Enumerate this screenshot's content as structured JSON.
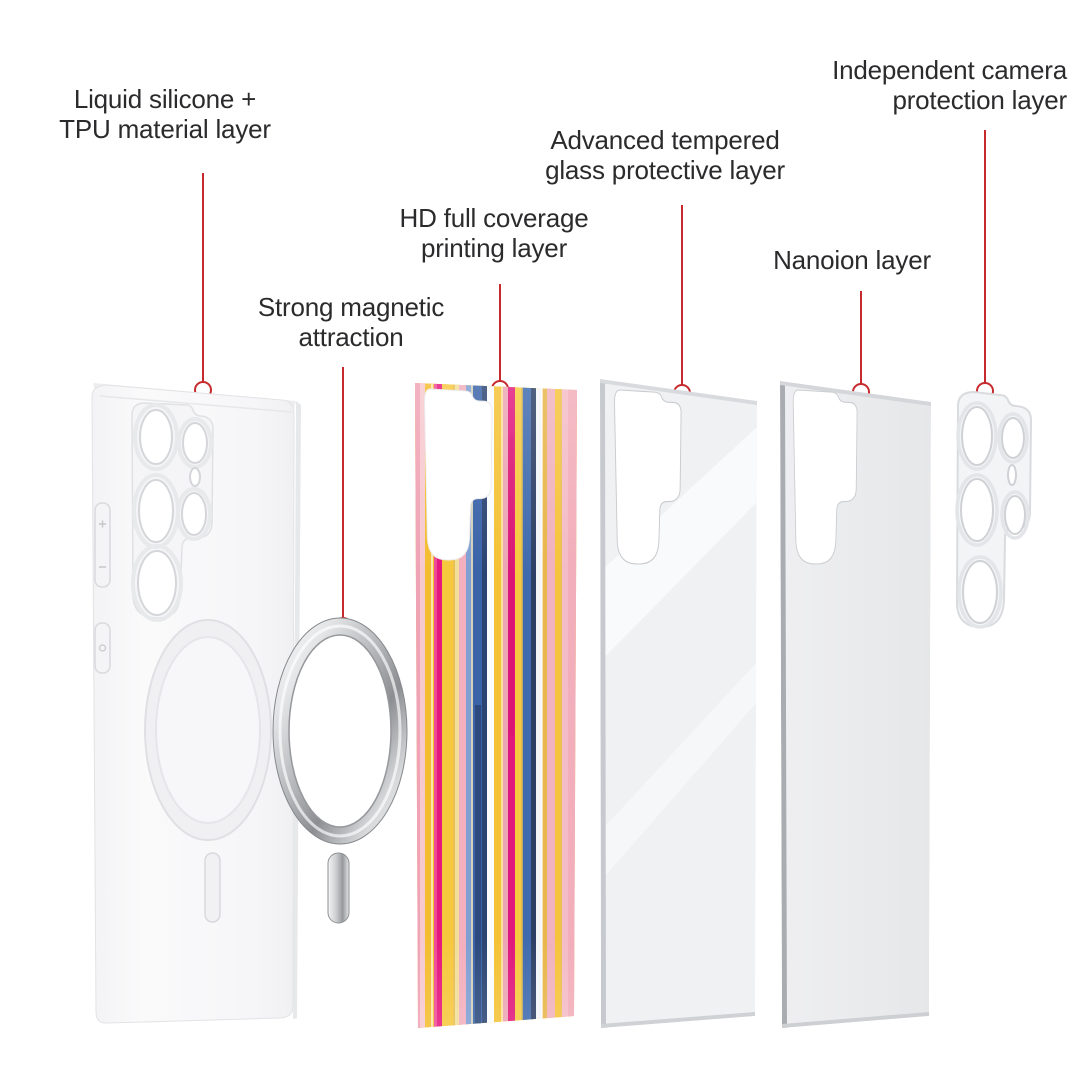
{
  "background": "#ffffff",
  "palette": {
    "callout_red": "#c62a2c",
    "text_color": "#2b2b2d",
    "case_white": "#f7f7f9",
    "glass_gray": "#f0f1f3",
    "nanoion_gray": "#ebecee",
    "chrome_silver": "#b9bbbe",
    "print_colors": [
      "#f0a3b5",
      "#f6c33a",
      "#e5177c",
      "#3a63a8",
      "#2e3f66",
      "#fbfcfd",
      "#e8b64a"
    ]
  },
  "callouts": [
    {
      "id": "silicone",
      "text": "Liquid silicone +\nTPU material layer"
    },
    {
      "id": "magnet",
      "text": "Strong magnetic\nattraction"
    },
    {
      "id": "print",
      "text": "HD full coverage\nprinting layer"
    },
    {
      "id": "glass",
      "text": "Advanced tempered\nglass protective layer"
    },
    {
      "id": "nanoion",
      "text": "Nanoion layer"
    },
    {
      "id": "camera",
      "text": "Independent camera\nprotection layer"
    }
  ]
}
